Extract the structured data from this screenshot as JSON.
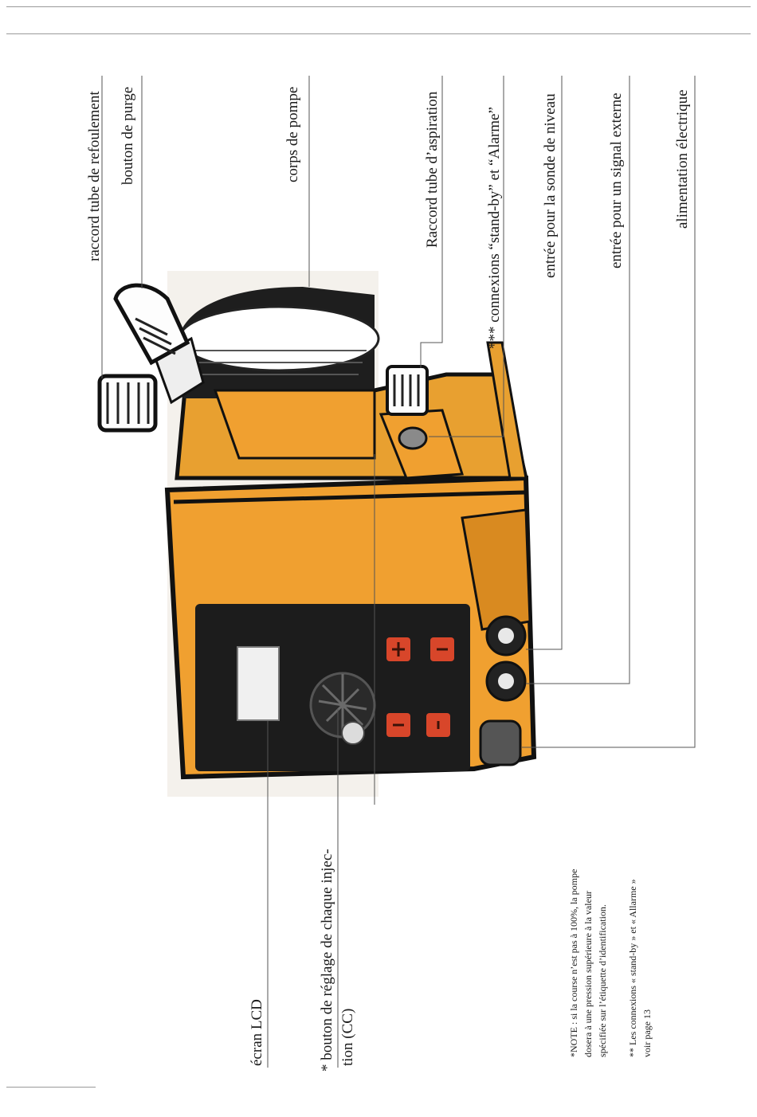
{
  "labels": {
    "raccord_refoulement": "raccord tube de refoulement",
    "bouton_purge": "bouton de purge",
    "corps_pompe": "corps de pompe",
    "raccord_aspiration": "Raccord tube d’aspiration",
    "connexions": "*** connexions “stand-by” et “Alarme”",
    "sonde_niveau": "entrée pour la sonde de niveau",
    "signal_externe": "entrée pour un signal externe",
    "alimentation": "alimentation électrique",
    "ecran_lcd": "écran LCD",
    "bouton_reglage_1": "* bouton de réglage de chaque injec-",
    "bouton_reglage_2": "tion (CC)"
  },
  "notes": {
    "note1_line1": "*NOTE : si la course n’est pas à 100%, la pompe",
    "note1_line2": "dosera à une pression supérieure à la valeur",
    "note1_line3": "spécifiée sur l’étiquette d’identification.",
    "note2_line1": "** Les connexions « stand-by » et « Allarme »",
    "note2_line2": "voir page 13"
  },
  "colors": {
    "pump_orange": "#f0a030",
    "pump_dark": "#1a1a1a",
    "button_red": "#d8462a"
  }
}
